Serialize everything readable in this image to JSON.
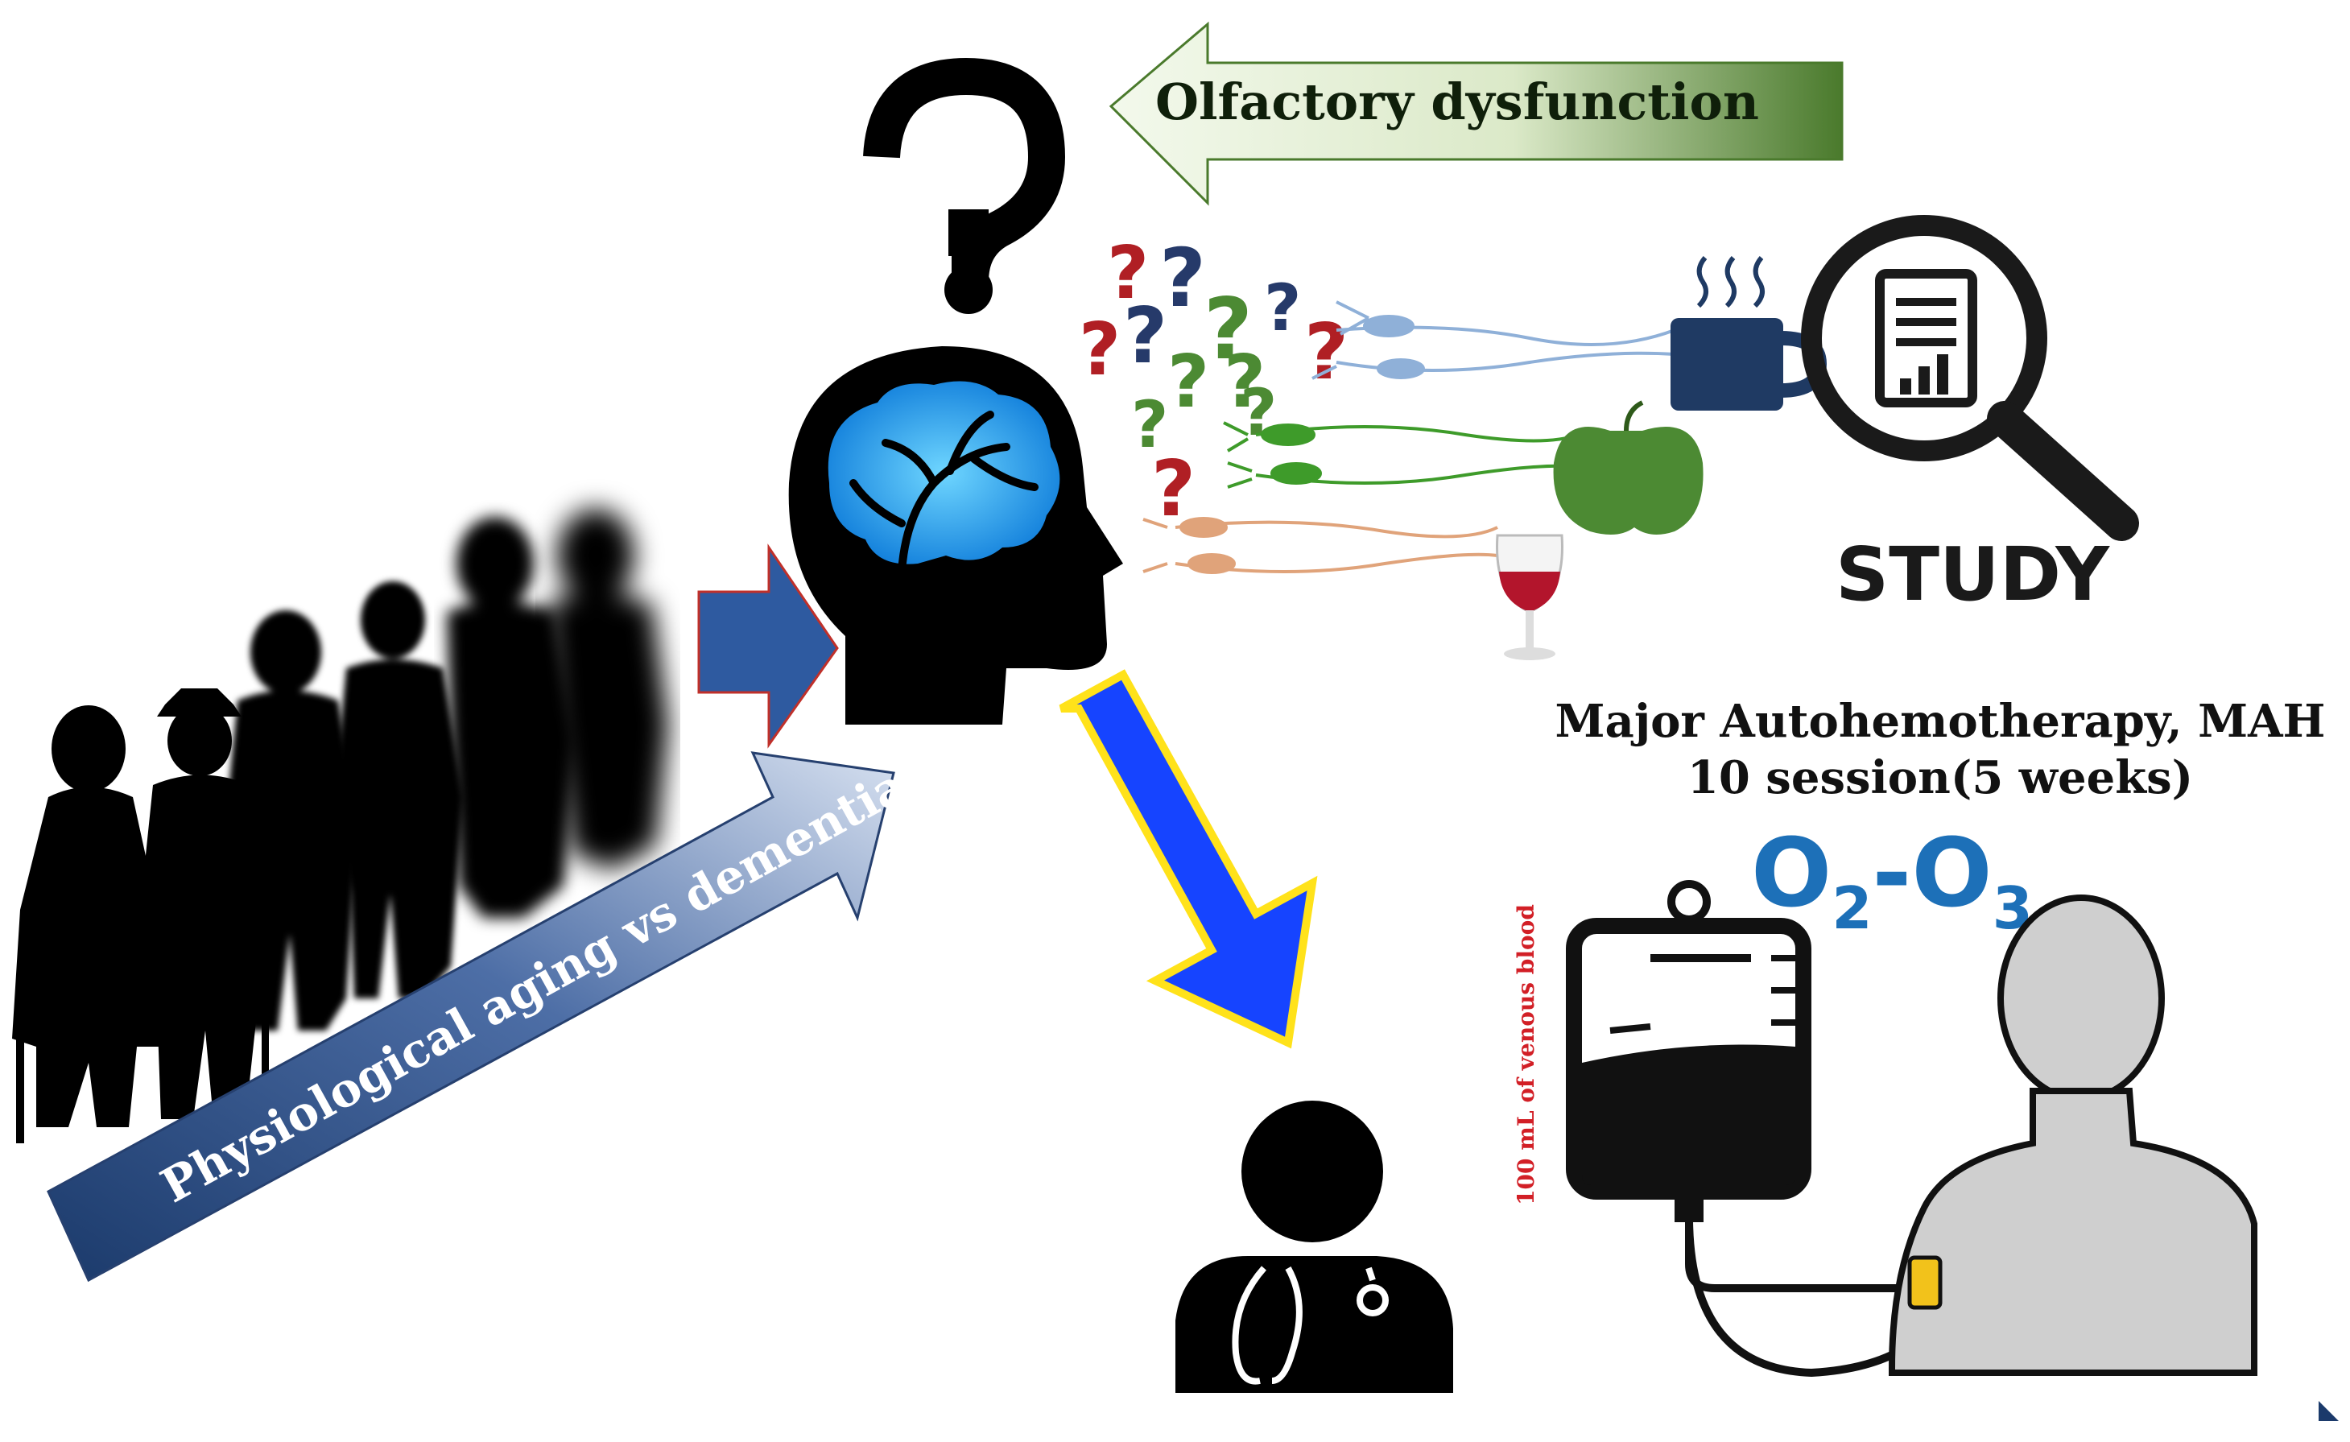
{
  "labels": {
    "olfactory": "Olfactory dysfunction",
    "aging": "Physiological aging vs dementia",
    "study": "STUDY",
    "therapy_line1": "Major Autohemotherapy, MAH",
    "therapy_line2": "10 session(5 weeks)",
    "o2": "O",
    "o2_sub": "2",
    "dash": "-",
    "o3": "O",
    "o3_sub": "3",
    "blood": "100 mL of venous blood"
  },
  "colors": {
    "olfactory_arrow_dark": "#4a7a2c",
    "olfactory_arrow_light": "#f0f7e6",
    "aging_arrow_dark": "#1b3a6b",
    "aging_arrow_light": "#cdd9ee",
    "head_arrow": "#2e5aa0",
    "doctor_arrow": "#1644ff",
    "doctor_arrow_outline": "#ffe21a",
    "question_red": "#b01f24",
    "question_navy": "#263a6a",
    "question_green": "#4c8a33",
    "ozone_blue": "#1d70b8",
    "blood_label": "#d21f26",
    "patient_grey": "#cfcfcf",
    "sensor_yellow": "#f2c21b"
  },
  "icons": {
    "question": "question-mark-icon",
    "head": "brain-head-icon",
    "coffee": "coffee-mug-icon",
    "apple": "apple-icon",
    "wine": "wine-glass-icon",
    "study": "magnifier-document-icon",
    "doctor": "doctor-stethoscope-icon",
    "bag": "blood-bag-icon",
    "patient": "patient-silhouette-icon"
  }
}
